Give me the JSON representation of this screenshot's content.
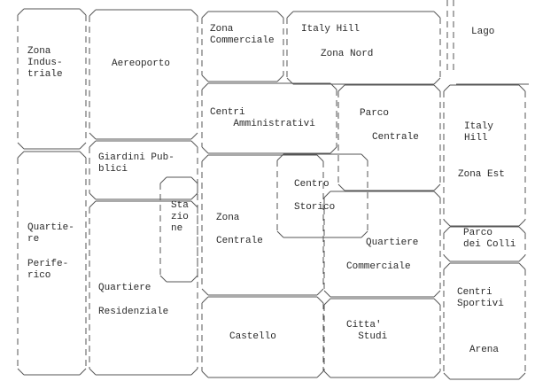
{
  "title": "City zones map",
  "zones": {
    "zona_industriale": "Zona\nIndus-\ntriale",
    "aereoporto": "Aereoporto",
    "zona_commerciale": "Zona\nCommerciale",
    "italy_hill_nord_1": "Italy Hill",
    "italy_hill_nord_2": "Zona Nord",
    "lago": "Lago",
    "centri_amministrativi": "Centri\n    Amministrativi",
    "parco_centrale_1": "Parco",
    "parco_centrale_2": "Centrale",
    "italy_hill_est_1": "Italy\nHill",
    "italy_hill_est_2": "Zona Est",
    "giardini_pubblici": "Giardini Pub-\nblici",
    "stazione": "Sta\nzio\nne",
    "quartiere_periferico_1": "Quartie-\nre",
    "quartiere_periferico_2": "Perife-\nrico",
    "zona_centrale_1": "Zona",
    "zona_centrale_2": "Centrale",
    "centro_storico_1": "Centro",
    "centro_storico_2": "Storico",
    "quartiere_commerciale_1": "Quartiere",
    "quartiere_commerciale_2": "Commerciale",
    "parco_dei_colli": "Parco\ndei Colli",
    "quartiere_residenziale_1": "Quartiere",
    "quartiere_residenziale_2": "Residenziale",
    "centri_sportivi": "Centri\nSportivi",
    "arena": "Arena",
    "castello": "Castello",
    "citta_studi": "Citta'\n  Studi"
  }
}
